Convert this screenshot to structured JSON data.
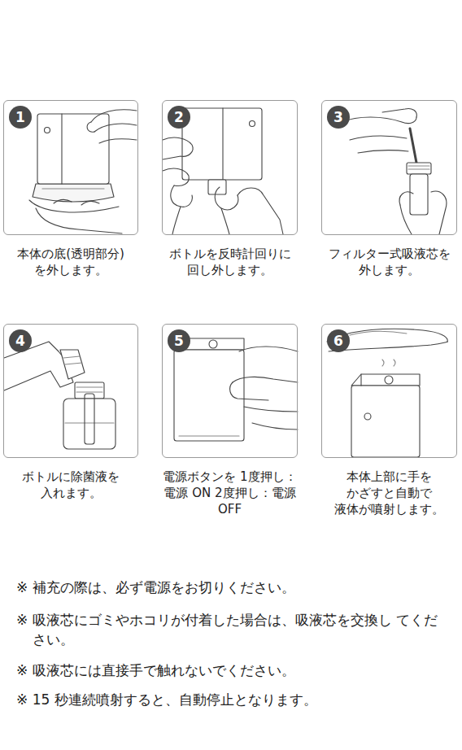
{
  "diagram": {
    "nodes": [
      {
        "text": [
          "本体の底(透明部分) を外します。"
        ]
      },
      {
        "text": [
          "1"
        ],
        "in": 0
      },
      {
        "text": [
          "ボトルを反時計回りに 回し外します。"
        ]
      },
      {
        "text": [
          "2"
        ],
        "in": 2
      },
      {
        "text": [
          "フィルター式吸液芯を 外します。"
        ]
      },
      {
        "text": [
          "3"
        ],
        "in": 4
      },
      {
        "text": [
          "ボトルに除菌液を 入れます。"
        ]
      },
      {
        "text": [
          "4"
        ],
        "in": 6
      },
      {
        "text": [
          "電源ボタンを 1度押し：電源 ON 2度押し：電源 OFF"
        ]
      },
      {
        "text": [
          "5"
        ],
        "in": 8
      },
      {
        "text": [
          "本体上部に手を かざすと自動で 液体が噴射します。"
        ]
      },
      {
        "text": [
          "6"
        ],
        "in": 10
      }
    ],
    "labels": [
      "※ 補充の際は、必ず電源をお切りください。",
      "※ 吸液芯にゴミやホコリが付着した場合は、吸液芯を交換し てください。",
      "※ 吸液芯には直接手で触れないでください。",
      "※ 15 秒連続噴射すると、自動停止となります。"
    ]
  }
}
